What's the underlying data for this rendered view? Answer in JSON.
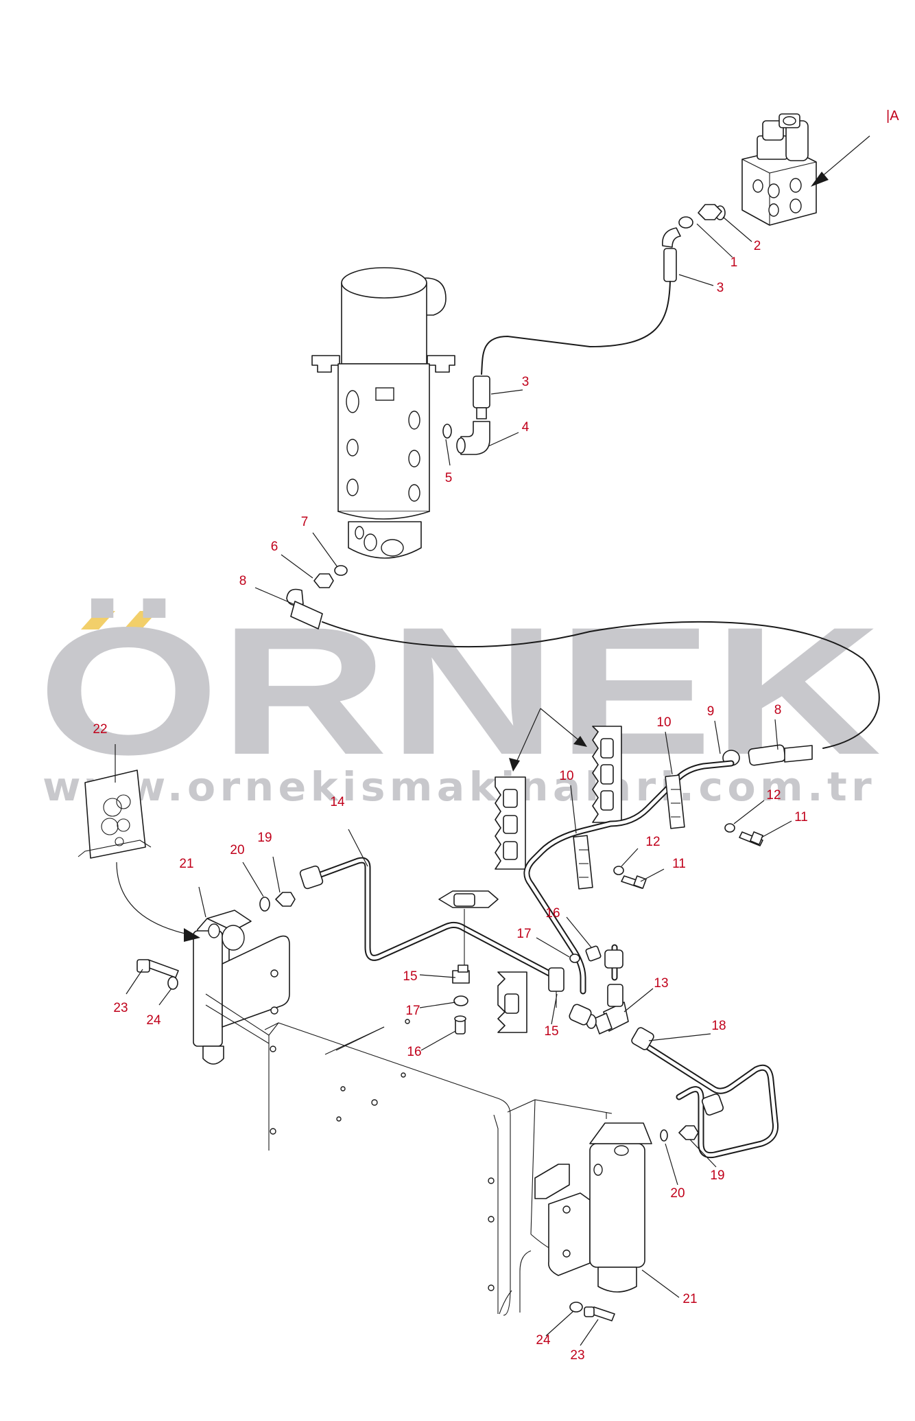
{
  "diagram": {
    "ref_label": "|A",
    "callouts": {
      "c1": "1",
      "c2": "2",
      "c3a": "3",
      "c3b": "3",
      "c4": "4",
      "c5": "5",
      "c6": "6",
      "c7": "7",
      "c8a": "8",
      "c8b": "8",
      "c9": "9",
      "c10a": "10",
      "c10b": "10",
      "c11a": "11",
      "c11b": "11",
      "c12a": "12",
      "c12b": "12",
      "c13": "13",
      "c14": "14",
      "c15a": "15",
      "c15b": "15",
      "c16a": "16",
      "c16b": "16",
      "c17a": "17",
      "c17b": "17",
      "c18": "18",
      "c19a": "19",
      "c19b": "19",
      "c20a": "20",
      "c20b": "20",
      "c21a": "21",
      "c21b": "21",
      "c22": "22",
      "c23a": "23",
      "c23b": "23",
      "c24a": "24",
      "c24b": "24"
    }
  },
  "watermark": {
    "brand": "ÖRNEK",
    "url": "www.ornekismakinalari.com.tr",
    "accent_color": "#f2cf6a",
    "text_color": "#c8c8cc"
  },
  "colors": {
    "line": "#1a1a1a",
    "callout": "#c0001a",
    "background": "#ffffff"
  }
}
